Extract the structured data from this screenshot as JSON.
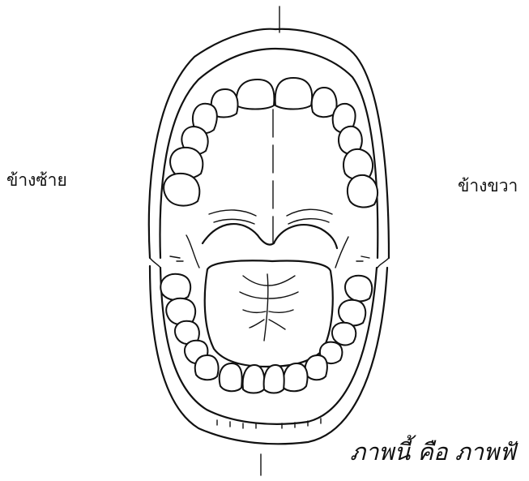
{
  "labels": {
    "left_side": "ข้างซ้าย",
    "right_side": "ข้างขวา",
    "caption": "ภาพนี้ คือ ภาพฟั"
  },
  "colors": {
    "ink": "#111111",
    "background": "#ffffff"
  }
}
